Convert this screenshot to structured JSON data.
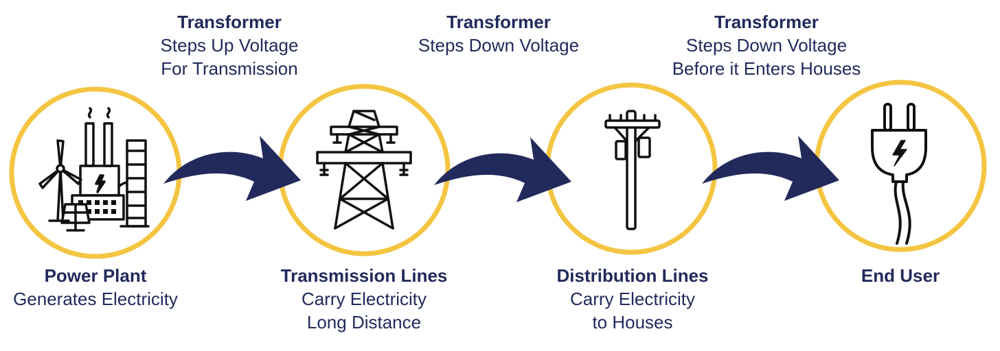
{
  "colors": {
    "navy": "#222a5c",
    "ring": "#f4c542",
    "icon": "#111111"
  },
  "transformers": [
    {
      "title": "Transformer",
      "lines": [
        "Steps Up Voltage",
        "For Transmission"
      ]
    },
    {
      "title": "Transformer",
      "lines": [
        "Steps Down Voltage"
      ]
    },
    {
      "title": "Transformer",
      "lines": [
        "Steps Down Voltage",
        "Before it Enters Houses"
      ]
    }
  ],
  "stages": [
    {
      "title": "Power Plant",
      "lines": [
        "Generates Electricity"
      ],
      "icon": "power-plant-icon"
    },
    {
      "title": "Transmission Lines",
      "lines": [
        "Carry Electricity",
        "Long Distance"
      ],
      "icon": "transmission-tower-icon"
    },
    {
      "title": "Distribution Lines",
      "lines": [
        "Carry Electricity",
        "to Houses"
      ],
      "icon": "utility-pole-icon"
    },
    {
      "title": "End User",
      "lines": [],
      "icon": "electric-plug-icon"
    }
  ]
}
